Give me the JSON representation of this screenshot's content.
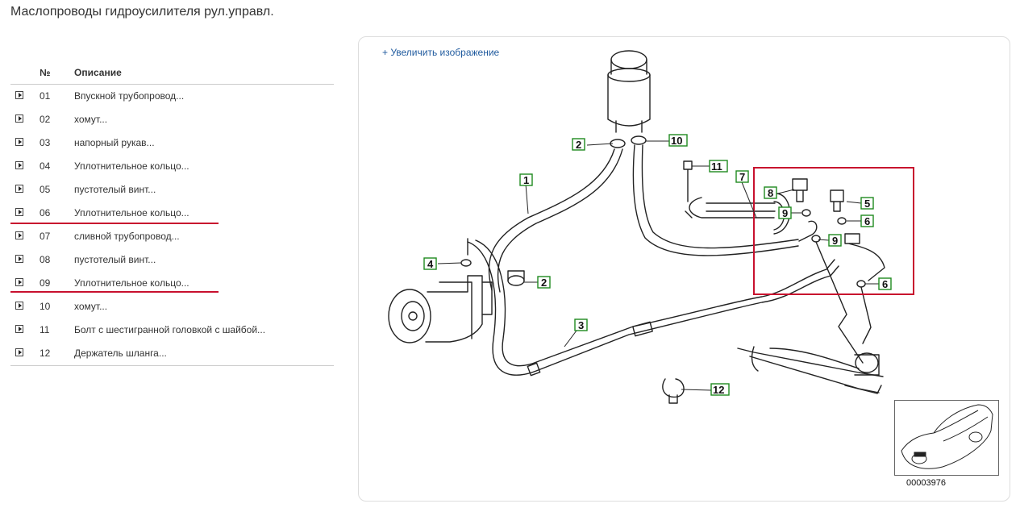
{
  "title": "Маслопроводы гидроусилителя рул.управл.",
  "table": {
    "header_num": "№",
    "header_desc": "Описание",
    "rows": [
      {
        "num": "01",
        "desc": "Впускной трубопровод..."
      },
      {
        "num": "02",
        "desc": "хомут..."
      },
      {
        "num": "03",
        "desc": "напорный рукав..."
      },
      {
        "num": "04",
        "desc": "Уплотнительное кольцо..."
      },
      {
        "num": "05",
        "desc": "пустотелый винт..."
      },
      {
        "num": "06",
        "desc": "Уплотнительное кольцо..."
      },
      {
        "num": "07",
        "desc": "сливной трубопровод..."
      },
      {
        "num": "08",
        "desc": "пустотелый винт..."
      },
      {
        "num": "09",
        "desc": "Уплотнительное кольцо..."
      },
      {
        "num": "10",
        "desc": "хомут..."
      },
      {
        "num": "11",
        "desc": "Болт с шестигранной головкой с шайбой..."
      },
      {
        "num": "12",
        "desc": "Держатель шланга..."
      }
    ]
  },
  "diagram": {
    "zoom_link": "+ Увеличить изображение",
    "labels": {
      "l1": "1",
      "l2a": "2",
      "l2b": "2",
      "l3": "3",
      "l4": "4",
      "l5": "5",
      "l6a": "6",
      "l6b": "6",
      "l7": "7",
      "l8": "8",
      "l9a": "9",
      "l9b": "9",
      "l10": "10",
      "l11": "11",
      "l12": "12"
    },
    "diagram_code": "00003976"
  },
  "colors": {
    "highlight": "#c8102e",
    "callout_border": "#1f8a1f",
    "link": "#1f5a9e"
  }
}
